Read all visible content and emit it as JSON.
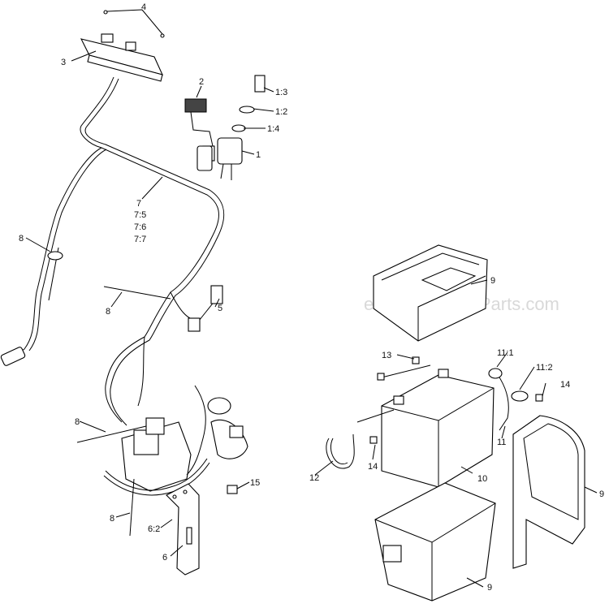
{
  "watermark": "eReplacementParts.com",
  "callouts": {
    "c4": "4",
    "c3": "3",
    "c2": "2",
    "c1_3": "1:3",
    "c1_2": "1:2",
    "c1_4": "1:4",
    "c1": "1",
    "c7": "7",
    "c7_5": "7:5",
    "c7_6": "7:6",
    "c7_7": "7:7",
    "c8a": "8",
    "c8b": "8",
    "c5": "5",
    "c9a": "9",
    "c13": "13",
    "c11_1": "11:1",
    "c11_2": "11:2",
    "c14a": "14",
    "c8c": "8",
    "c11": "11",
    "c9b": "9",
    "c12": "12",
    "c14b": "14",
    "c10": "10",
    "c15": "15",
    "c8d": "8",
    "c6_2": "6:2",
    "c6": "6",
    "c9c": "9"
  }
}
